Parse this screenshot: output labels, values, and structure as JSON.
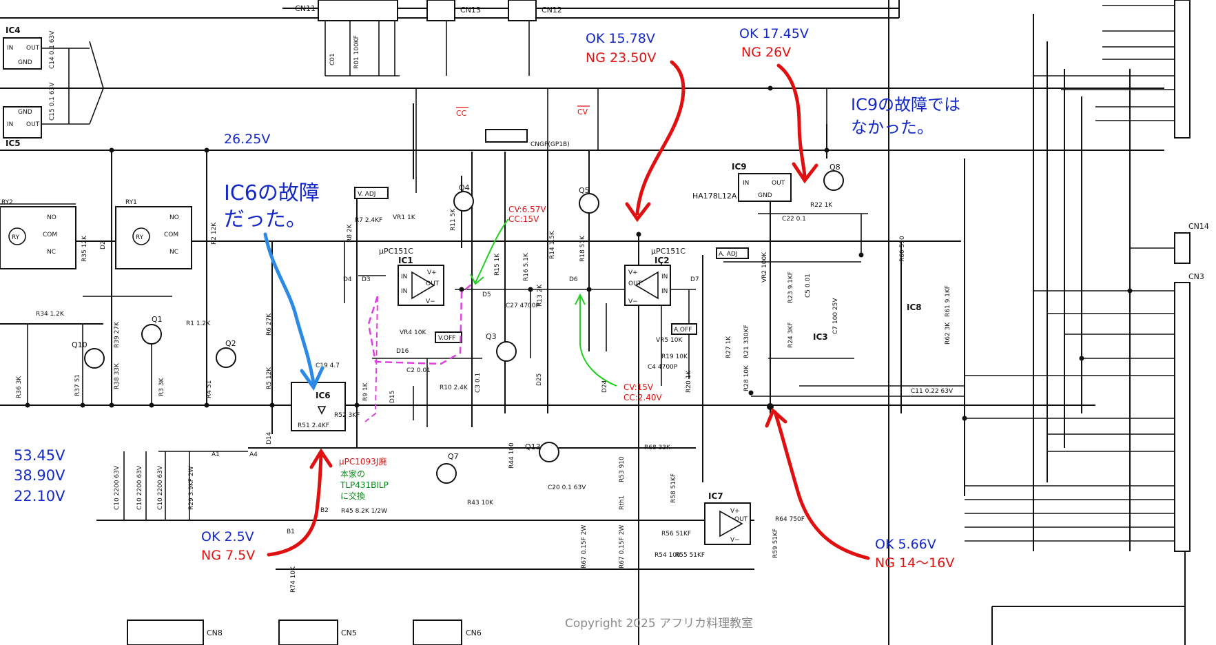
{
  "connectors": {
    "cn11": "CN11",
    "cn13": "CN13",
    "cn12": "CN12",
    "cn14": "CN14",
    "cn3": "CN3",
    "cn8": "CN8",
    "cn5": "CN5",
    "cn6": "CN6",
    "cngp": "CNGP(GP1B)"
  },
  "ics": {
    "ic1_type": "μPC151C",
    "ic1": "IC1",
    "ic2_type": "μPC151C",
    "ic2": "IC2",
    "ic3": "IC3",
    "ic4": "IC4",
    "ic5": "IC5",
    "ic6": "IC6",
    "ic7": "IC7",
    "ic8": "IC8",
    "ic9": "IC9",
    "ic9_type": "HA178L12A"
  },
  "pins": {
    "in": "IN",
    "out": "OUT",
    "gnd": "GND",
    "vplus": "V+",
    "vminus": "V−",
    "no": "NO",
    "nc": "NC",
    "com": "COM"
  },
  "transistors": [
    "Q1",
    "Q2",
    "Q3",
    "Q4",
    "Q5",
    "Q7",
    "Q8",
    "Q10",
    "Q13"
  ],
  "relays": {
    "ry1": "RY1",
    "ry2": "RY2",
    "ry": "RY"
  },
  "labels": {
    "v_adj": "V. ADJ",
    "a_adj": "A. ADJ",
    "v_off": "V.OFF",
    "a_off": "A.OFF",
    "cc_bar": "CC",
    "cv_bar": "CV"
  },
  "components": {
    "r7": "R7 2.4KF",
    "vr1": "VR1 1K",
    "r8": "R8 2K",
    "r11": "R11 5K",
    "r15": "R15 1K",
    "r16": "R16 5.1K",
    "r14": "R14 1.5K",
    "r13": "R13 2K",
    "r18": "R18 51K",
    "c27": "C27 4700P",
    "vr4": "VR4 10K",
    "c2": "C2 0.01",
    "r10": "R10 2.4K",
    "c3": "C3 0.1",
    "r9": "R9 1K",
    "c19": "C19 4.7",
    "r51": "R51 2.4KF",
    "r52": "R52 3KF",
    "r6": "R6 27K",
    "r5": "R5 12K",
    "r1": "R1 1.2K",
    "r2": "R2 12K",
    "r35": "R35 12K",
    "r34": "R34 1.2K",
    "r39": "R39 27K",
    "r38": "R38 33K",
    "r37": "R37 51",
    "r36": "R36 3K",
    "r3": "R3 3K",
    "r4": "R4 51",
    "r21": "R21 330KF",
    "r23": "R23 9.1KF",
    "c5": "C5 0.01",
    "r24": "R24 3KF",
    "c7": "C7 100 25V",
    "r60": "R60 510",
    "r61": "R61 9.1KF",
    "r62": "R62 3K",
    "c11": "C11 0.22 63V",
    "r27": "R27 1K",
    "r28": "R28 10K",
    "vr2": "VR2 100K",
    "vr5": "VR5 10K",
    "c4": "C4 4700P",
    "r19": "R19 10K",
    "r20": "R20 1K",
    "r22": "R22 1K",
    "c22": "C22 0.1",
    "r68": "R68 33K",
    "r53": "R53 910",
    "rth1": "Rth1",
    "r58": "R58 51KF",
    "r56": "R56 51KF",
    "r64": "R64 750F",
    "r59": "R59 51KF",
    "r54": "R54 100",
    "r55": "R55 51KF",
    "r67a": "R67 0.15F 2W",
    "r67b": "R67 0.15F 2W",
    "c20": "C20 0.1 63V",
    "r44": "R44 100",
    "r43": "R43 10K",
    "r45": "R45 8.2K 1/2W",
    "r74": "R74 10K",
    "r29": "R29 3.9KF 2W",
    "c10a": "C10 2200 63V",
    "c10b": "C10 2200 63V",
    "c10c": "C10 2200 63V",
    "c14": "C14 0.1 63V",
    "c15": "C15 0.1 63V",
    "c01": "C01",
    "r01": "R01 100KF",
    "d2": "D2",
    "d3": "D3",
    "d4": "D4",
    "d5": "D5",
    "d6": "D6",
    "d7": "D7",
    "d14": "D14",
    "d15": "D15",
    "d16": "D16",
    "d24": "D24",
    "d25": "D25",
    "a1": "A1",
    "a4": "A4",
    "b1": "B1",
    "b2": "B2"
  },
  "annotations": {
    "ok_1578": "OK 15.78V",
    "ng_2350": "NG 23.50V",
    "ok_1745": "OK 17.45V",
    "ng_26": "NG 26V",
    "ic9_note_1": "IC9の故障では",
    "ic9_note_2": "なかった。",
    "v2625": "26.25V",
    "ic6_note_1": "IC6の故障",
    "ic6_note_2": "だった。",
    "cv_657": "CV:6.57V",
    "cc_15": "CC:15V",
    "cv_15": "CV:15V",
    "cc_240": "CC:2.40V",
    "v5345": "53.45V",
    "v3890": "38.90V",
    "v2210": "22.10V",
    "ok_25": "OK  2.5V",
    "ng_75": "NG  7.5V",
    "replace_1": "μPC1093J廃",
    "replace_2": "本家の",
    "replace_3": "TLP431BILP",
    "replace_4": "に交換",
    "ok_566": "OK 5.66V",
    "ng_1416": "NG 14〜16V"
  },
  "copyright": "Copyright 2025 アフリカ料理教室",
  "colors": {
    "annotation_blue": "#1428c8",
    "annotation_red": "#e01010",
    "annotation_green": "#0a8a1a",
    "arrow_blue": "#2a8ae6",
    "dash_magenta": "#e040e0"
  }
}
